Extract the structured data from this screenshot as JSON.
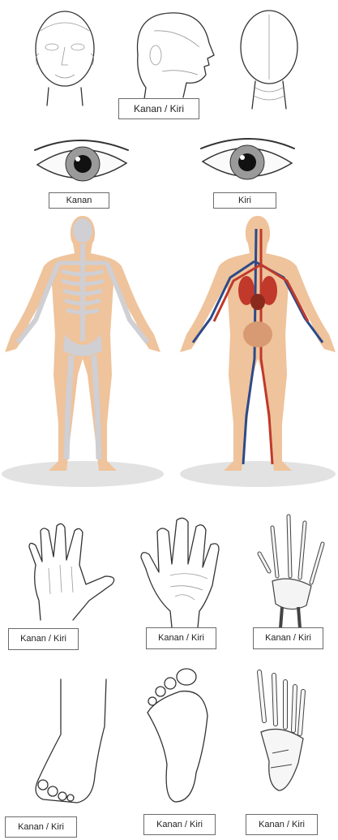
{
  "labels": {
    "head": "Kanan / Kiri",
    "eye_right": "Kanan",
    "eye_left": "Kiri",
    "hand_back": "Kanan / Kiri",
    "hand_palm": "Kanan / Kiri",
    "hand_bones": "Kanan / Kiri",
    "foot_side": "Kanan / Kiri",
    "foot_sole": "Kanan / Kiri",
    "foot_bones": "Kanan / Kiri"
  },
  "colors": {
    "skin": "#efc39b",
    "bone": "#cfcfd4",
    "artery": "#c0392b",
    "vein": "#2c4a8a",
    "shadow": "#e2e2e2"
  }
}
